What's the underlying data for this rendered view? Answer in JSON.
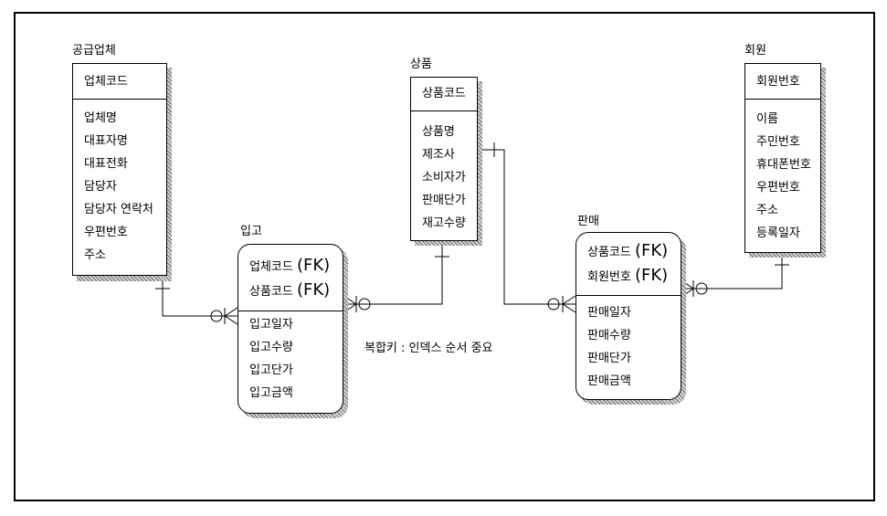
{
  "entities": {
    "supplier": {
      "name": "공급업체",
      "keys": [
        "업체코드"
      ],
      "attributes": [
        "업체명",
        "대표자명",
        "대표전화",
        "담당자",
        "담당자 연락처",
        "우편번호",
        "주소"
      ]
    },
    "product": {
      "name": "상품",
      "keys": [
        "상품코드"
      ],
      "attributes": [
        "상품명",
        "제조사",
        "소비자가",
        "판매단가",
        "재고수량"
      ]
    },
    "member": {
      "name": "회원",
      "keys": [
        "회원번호"
      ],
      "attributes": [
        "이름",
        "주민번호",
        "휴대폰번호",
        "우편번호",
        "주소",
        "등록일자"
      ]
    },
    "stock_in": {
      "name": "입고",
      "keys": [
        {
          "label": "업체코드",
          "fk": "(FK)"
        },
        {
          "label": "상품코드",
          "fk": "(FK)"
        }
      ],
      "attributes": [
        "입고일자",
        "입고수량",
        "입고단가",
        "입고금액"
      ]
    },
    "sale": {
      "name": "판매",
      "keys": [
        {
          "label": "상품코드",
          "fk": "(FK)"
        },
        {
          "label": "회원번호",
          "fk": "(FK)"
        }
      ],
      "attributes": [
        "판매일자",
        "판매수량",
        "판매단가",
        "판매금액"
      ]
    }
  },
  "note": "복합키 : 인덱스 순서 중요"
}
